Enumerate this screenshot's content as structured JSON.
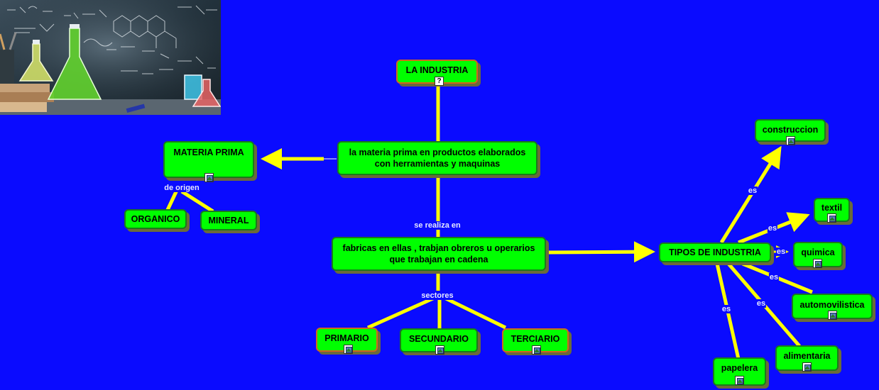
{
  "nodes": {
    "la_industria": "LA INDUSTRIA",
    "materia_elaborados": "la materia prima en productos elaborados con herramientas y maquinas",
    "materia_prima": "MATERIA PRIMA",
    "organico": "ORGANICO",
    "mineral": "MINERAL",
    "fabricas": "fabricas en ellas , trabjan obreros u operarios que trabajan en cadena",
    "primario": "PRIMARIO",
    "secundario": "SECUNDARIO",
    "terciario": "TERCIARIO",
    "tipos_industria": "TIPOS DE INDUSTRIA",
    "construccion": "construccion",
    "textil": "textil",
    "quimica": "quimica",
    "automovilistica": "automovilistica",
    "alimentaria": "alimentaria",
    "papelera": "papelera"
  },
  "links": {
    "de_origen": "de origen",
    "se_realiza_en": "se realiza en",
    "sectores": "sectores",
    "es": "es"
  },
  "colors": {
    "background": "#0a0bff",
    "node_fill": "#00ff00",
    "line": "#ffff00"
  },
  "icons": {
    "question": "?",
    "image": "image-icon"
  }
}
